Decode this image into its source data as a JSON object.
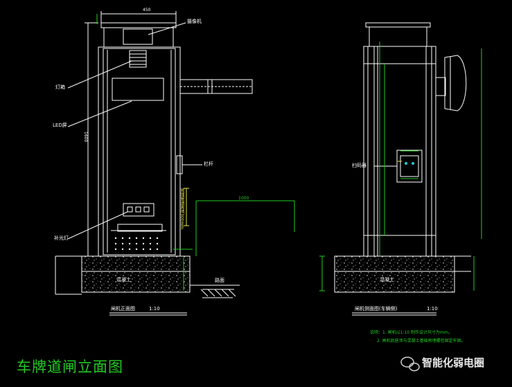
{
  "labels": {
    "camera": "摄像机",
    "light_box": "灯箱",
    "led_screen": "LED屏",
    "fill_light": "补光灯",
    "boom_arm": "栏杆",
    "concrete_base": "混凝土",
    "ground_level": "路面",
    "embedded_pipe": "预埋管",
    "front_caption": "闸机正面图",
    "front_scale": "1:10",
    "side_caption": "闸机侧面图(车辆侧)",
    "side_scale": "1:10",
    "side_scanner": "扫码器",
    "side_concrete": "混凝土",
    "dim_top": "450",
    "dim_height": "1600",
    "dim_base": "1000",
    "dim_vertical_note": "预埋管道离地300mm"
  },
  "notes": {
    "line1": "说明：1. 闸机以1:10 制作设计尺寸为mm。",
    "line2": "2. 闸机底座须与混凝土基础预埋螺栓固定牢固。"
  },
  "footer": {
    "title": "车牌道闸立面图",
    "watermark": "智能化弱电圈"
  },
  "colors": {
    "line": "#ffffff",
    "green": "#22cc22",
    "yellow": "#e6e63a",
    "background": "#000000"
  }
}
